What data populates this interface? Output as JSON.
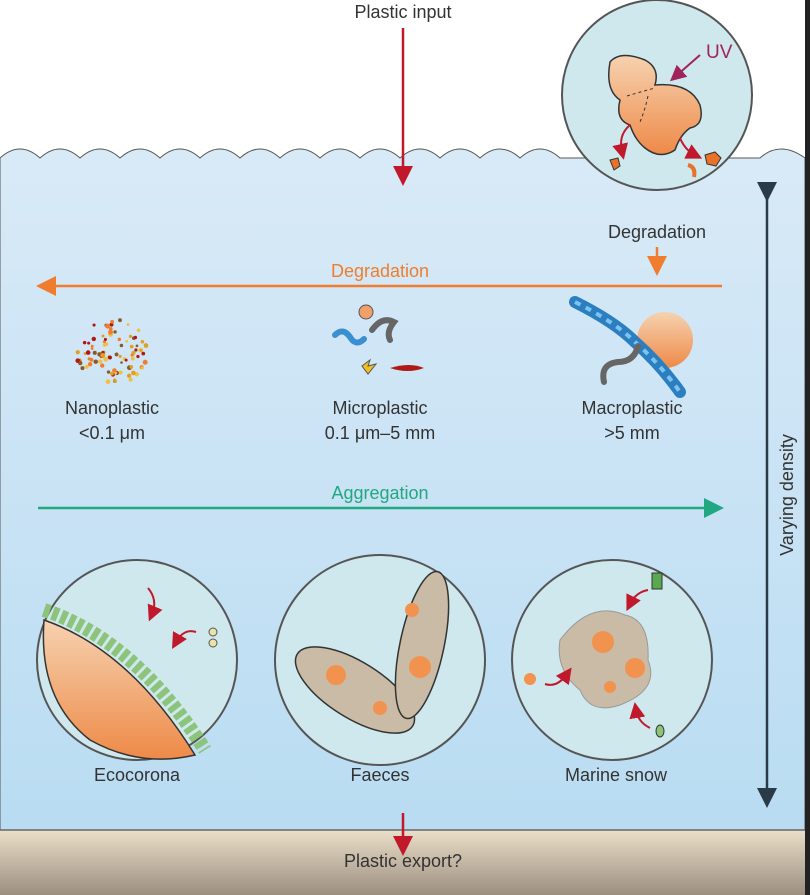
{
  "labels": {
    "plastic_input": "Plastic input",
    "uv": "UV",
    "degradation_top": "Degradation",
    "degradation_arrow": "Degradation",
    "nanoplastic": "Nanoplastic",
    "nanoplastic_size": "<0.1 μm",
    "microplastic": "Microplastic",
    "microplastic_size": "0.1 μm–5 mm",
    "macroplastic": "Macroplastic",
    "macroplastic_size": ">5 mm",
    "aggregation": "Aggregation",
    "ecocorona": "Ecocorona",
    "faeces": "Faeces",
    "marine_snow": "Marine snow",
    "varying_density": "Varying density",
    "plastic_export": "Plastic export?"
  },
  "colors": {
    "input_arrow": "#c0192b",
    "degradation": "#ef7d2d",
    "aggregation": "#1fa882",
    "uv": "#a0245a",
    "density_arrow": "#2b3a48",
    "plastic": "#f2a06a",
    "algae": "#8cc47c"
  }
}
